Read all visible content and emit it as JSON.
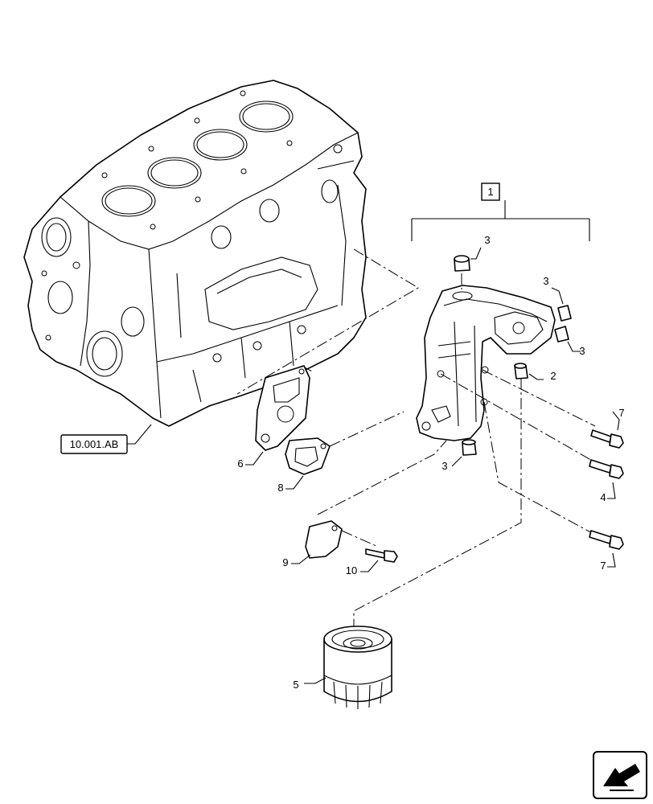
{
  "callouts": {
    "c1": "1",
    "c2": "2",
    "c3a": "3",
    "c3b": "3",
    "c3c": "3",
    "c3d": "3",
    "c4": "4",
    "c5": "5",
    "c6": "6",
    "c7a": "7",
    "c7b": "7",
    "c8": "8",
    "c9": "9",
    "c10": "10"
  },
  "reference": "10.001.AB",
  "icons": {
    "nav": "next-page-arrow-icon"
  }
}
